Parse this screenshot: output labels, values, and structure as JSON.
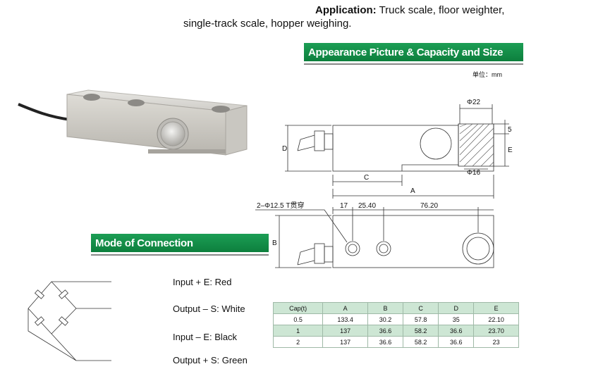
{
  "application": {
    "label": "Application:",
    "text1": "Truck scale, floor weighter,",
    "text2": "single-track scale, hopper weighing."
  },
  "appearance_banner": "Appearance Picture  & Capacity and Size",
  "unit_label": "单位：mm",
  "connection_banner": "Mode of Connection",
  "connections": [
    "Input + E: Red",
    "Output – S: White",
    "Input – E: Black",
    "Output + S: Green"
  ],
  "drawing_labels": {
    "phi22": "Φ22",
    "phi16": "Φ16",
    "dim5": "5",
    "dimE": "E",
    "dimD": "D",
    "dimC": "C",
    "dimA": "A",
    "dimB": "B",
    "holes": "2–Φ12.5 T贯穿",
    "d17": "17",
    "d2540": "25.40",
    "d7620": "76.20"
  },
  "table": {
    "headers": [
      "Cap(t)",
      "A",
      "B",
      "C",
      "D",
      "E"
    ],
    "rows": [
      [
        "0.5",
        "133.4",
        "30.2",
        "57.8",
        "35",
        "22.10"
      ],
      [
        "1",
        "137",
        "36.6",
        "58.2",
        "36.6",
        "23.70"
      ],
      [
        "2",
        "137",
        "36.6",
        "58.2",
        "36.6",
        "23"
      ]
    ]
  },
  "colors": {
    "banner_green": "#0d7f3d",
    "table_green": "#cde6d4"
  }
}
